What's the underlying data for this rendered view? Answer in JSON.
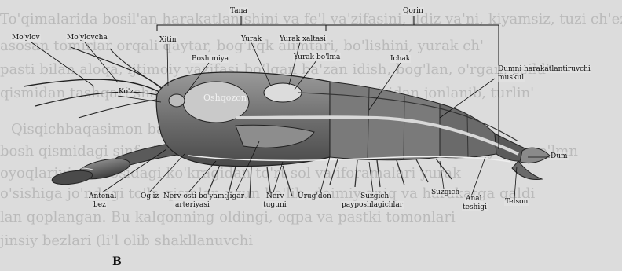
{
  "background_text": {
    "lines": [
      "To'qimalarida bosil'an harakatlanishini va fe'l va'zifasini, ildiz va'ni, kiyamsiz, tuzi ch'ez.",
      "asosan tomirlar orqali qaytar, bog'liqk alimtari, bo'lishini, yurak ch'",
      "pasti bilan aloqa, ijtimoiy vazifasi boʻlgan ba'zan idish, bog'lan, o'rgan, osild'",
      "qismidan tashqari shakllanadi va toʻrni tashki ham oʻzidan jonlanib, turlin'",
      "Qisqichbaqasimon barcha holi'",
      "bosh qismidagi sinf qismi, turlari a ko'krak anatomik, bosh, o'ngan, yana, yo'lmn",
      "oyoqlarining asosidagi ko'kragidan to'rt sol va iforamalari yurak",
      "o'sishiga jo'ndagi to'la qismlar, uzun bo'lib, doimiy aniq va harakatga qaldi",
      "lan qoplangan. Bu kalqonning oldingi, oqpa va pastki tomonlari",
      "jinsiy bezlari (li'l olib shakllanuvchi"
    ]
  },
  "labels": {
    "tana": "Tana",
    "qorin": "Qorin",
    "moylov": "Mo'ylov",
    "moylovcha": "Mo'ylovcha",
    "xitin": "Xitin",
    "bosh_miya": "Bosh miya",
    "yurak": "Yurak",
    "yurak_xaltasi": "Yurak xaltasi",
    "yurak_boshi": "Yurak bo'lma",
    "ichak": "Ichak",
    "dumni_line1": "Dumni harakatlantiruvchi",
    "dumni_line2": "muskul",
    "koz": "Ko'z",
    "oshqozon": "Oshqozon",
    "dum": "Dum",
    "antenal_line1": "Antenal",
    "antenal_line2": "bez",
    "ogiz": "Og'iz",
    "nerv_ostiyama_line1": "Nerv osti bo'yama",
    "nerv_ostiyama_line2": "arteriyasi",
    "jigar": "Jigar",
    "nerv_tugun_line1": "Nerv",
    "nerv_tugun_line2": "tuguni",
    "urugdon": "Urug'don",
    "suzgich_line1": "Suzgich",
    "suzgich_line2": "payposhlagichlar",
    "suzgich2": "Suzgich",
    "anal_line1": "Anal",
    "anal_line2": "teshigi",
    "telson": "Telson"
  },
  "figure_letter": "B"
}
